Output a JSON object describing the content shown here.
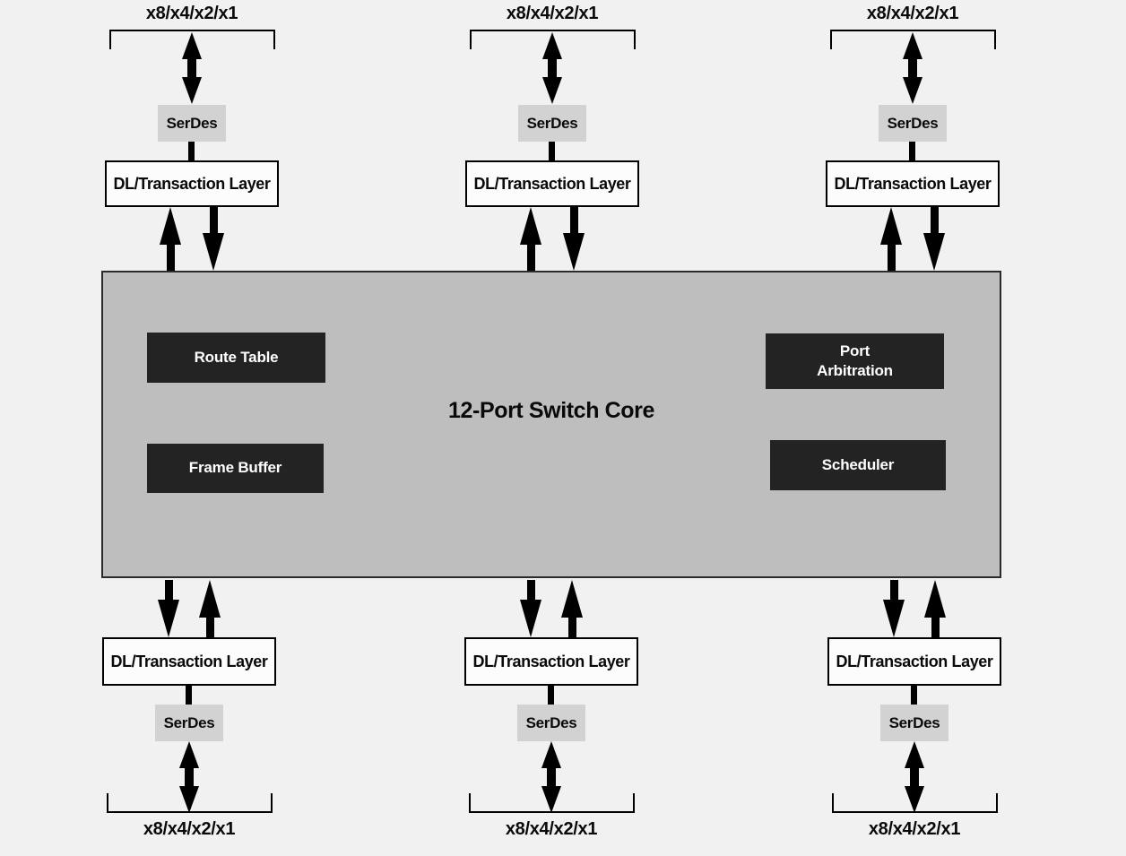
{
  "labels": {
    "lane_config": "x8/x4/x2/x1",
    "serdes": "SerDes",
    "dl_layer": "DL/Transaction Layer"
  },
  "core": {
    "title": "12-Port Switch Core",
    "blocks": [
      {
        "label": "Route Table"
      },
      {
        "label": "Frame Buffer"
      },
      {
        "label": "Port Arbitration"
      },
      {
        "label": "Scheduler"
      }
    ]
  },
  "colors": {
    "background": "#f1f1f1",
    "core_fill": "#bebebe",
    "core_border": "#2b2b2b",
    "dark_block_fill": "#232323",
    "dark_block_text": "#ffffff",
    "serdes_fill": "#d2d2d2",
    "dl_box_fill": "#fcfcfc",
    "line": "#000000"
  }
}
